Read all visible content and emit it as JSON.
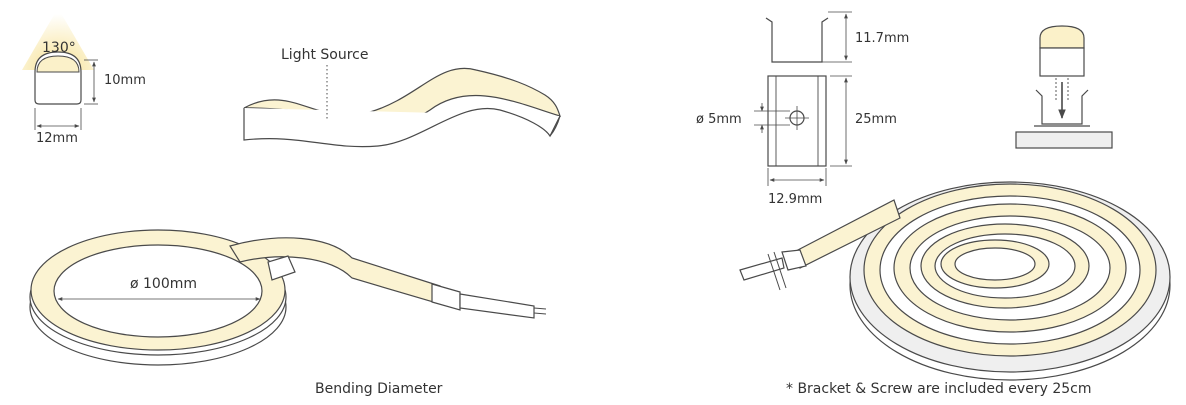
{
  "profile": {
    "beam_angle": "130°",
    "height": "10mm",
    "width": "12mm"
  },
  "light_source_label": "Light Source",
  "bend": {
    "diameter": "ø 100mm",
    "caption": "Bending Diameter"
  },
  "bracket": {
    "height": "11.7mm",
    "length": "25mm",
    "hole": "ø 5mm",
    "width": "12.9mm",
    "caption": "* Bracket & Screw are included every 25cm"
  },
  "colors": {
    "line": "#4a4a4a",
    "glow": "#fbf3d2",
    "base": "#efefef"
  }
}
